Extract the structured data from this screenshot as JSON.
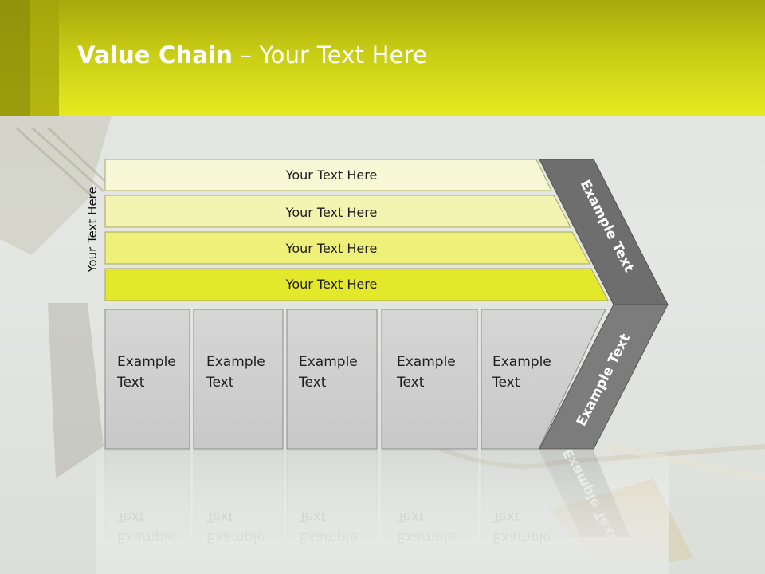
{
  "slide": {
    "title_bold": "Value Chain",
    "title_rest": " – Your Text Here",
    "side_label": "Your Text Here"
  },
  "rows": [
    {
      "label": "Your Text Here"
    },
    {
      "label": "Your Text Here"
    },
    {
      "label": "Your Text Here"
    },
    {
      "label": "Your Text Here"
    }
  ],
  "boxes": [
    {
      "line1": "Example",
      "line2": "Text"
    },
    {
      "line1": "Example",
      "line2": "Text"
    },
    {
      "line1": "Example",
      "line2": "Text"
    },
    {
      "line1": "Example",
      "line2": "Text"
    },
    {
      "line1": "Example",
      "line2": "Text"
    }
  ],
  "chevron": {
    "upper_label": "Example Text",
    "lower_label": "Example Text"
  },
  "colors": {
    "header": "#d8dc1a",
    "row_fills": [
      "#f7f8d6",
      "#f3f4b2",
      "#eef07a",
      "#e4e82a"
    ],
    "box_fill": "#d0d0d0",
    "chevron_upper": "#6e6e6e",
    "chevron_lower": "#7c7c7c"
  }
}
